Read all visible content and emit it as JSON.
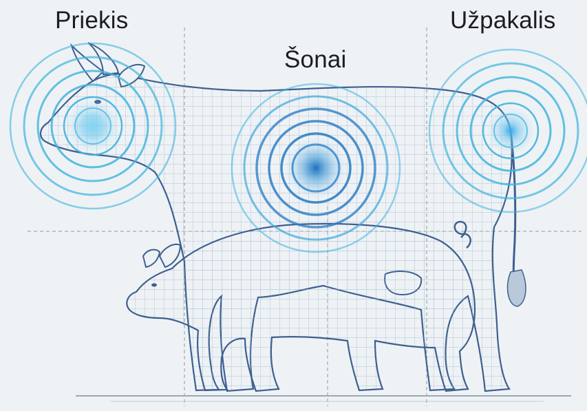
{
  "labels": {
    "front": "Priekis",
    "sides": "Šonai",
    "rear": "Užpakalis"
  },
  "colors": {
    "background": "#eef2f5",
    "outline": "#3d5f8f",
    "mesh": "#8aa6c4",
    "ring": "#3fb3de",
    "ring_dark": "#2f7fc7",
    "guide": "#8d96a0"
  }
}
